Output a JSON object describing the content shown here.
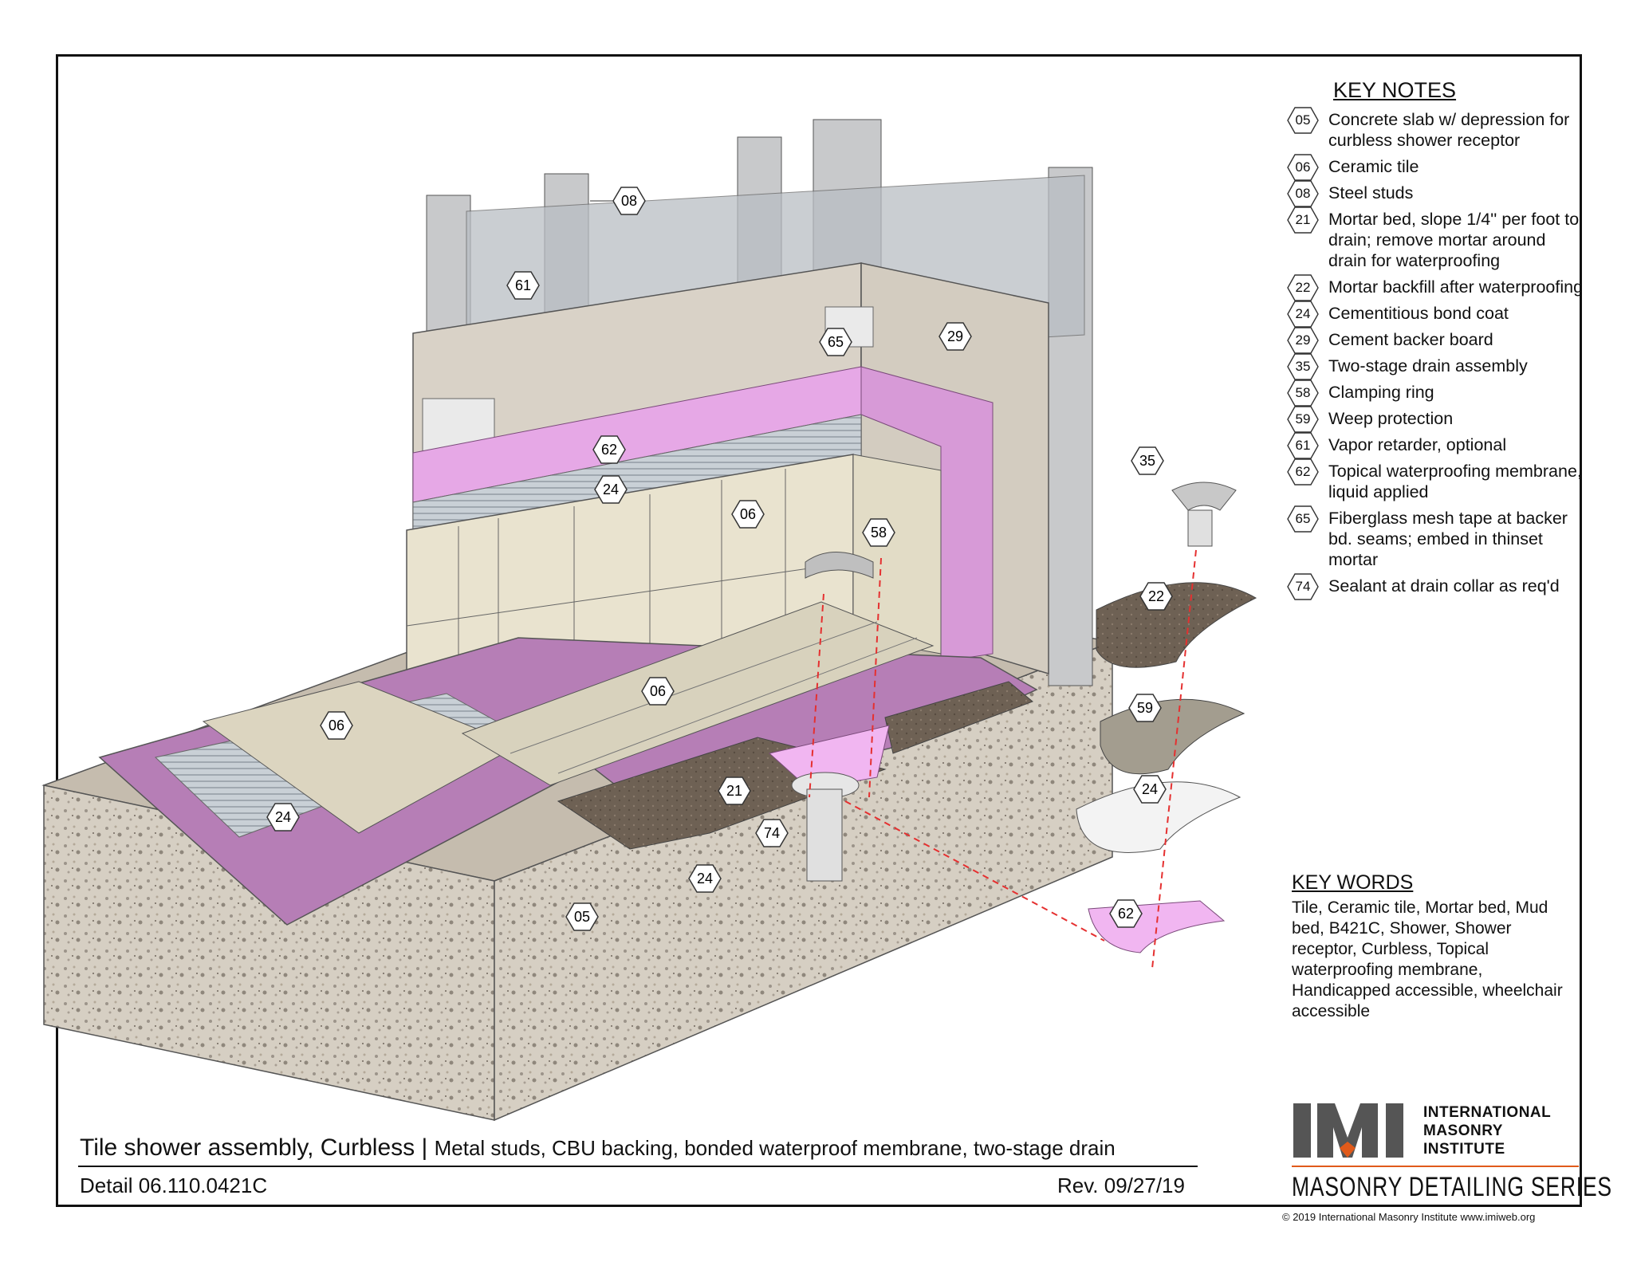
{
  "key_notes": {
    "title": "KEY NOTES",
    "items": [
      {
        "code": "05",
        "text": "Concrete slab w/ depression for curbless shower receptor"
      },
      {
        "code": "06",
        "text": "Ceramic tile"
      },
      {
        "code": "08",
        "text": "Steel studs"
      },
      {
        "code": "21",
        "text": "Mortar bed, slope 1/4'' per foot to drain; remove mortar around drain for waterproofing"
      },
      {
        "code": "22",
        "text": "Mortar backfill after waterproofing"
      },
      {
        "code": "24",
        "text": "Cementitious bond coat"
      },
      {
        "code": "29",
        "text": "Cement backer board"
      },
      {
        "code": "35",
        "text": "Two-stage drain assembly"
      },
      {
        "code": "58",
        "text": "Clamping ring"
      },
      {
        "code": "59",
        "text": "Weep protection"
      },
      {
        "code": "61",
        "text": "Vapor retarder, optional"
      },
      {
        "code": "62",
        "text": "Topical waterproofing membrane, liquid applied"
      },
      {
        "code": "65",
        "text": "Fiberglass mesh tape at backer bd. seams; embed in thinset mortar"
      },
      {
        "code": "74",
        "text": "Sealant at drain collar as req'd"
      }
    ]
  },
  "key_words": {
    "title": "KEY WORDS",
    "text": "Tile, Ceramic tile, Mortar bed, Mud bed, B421C, Shower, Shower receptor, Curbless, Topical waterproofing membrane, Handicapped accessible, wheelchair accessible"
  },
  "callouts": {
    "c08": "08",
    "c61": "61",
    "c65": "65",
    "c29": "29",
    "c62a": "62",
    "c24a": "24",
    "c06a": "06",
    "c58": "58",
    "c06b": "06",
    "c06c": "06",
    "c24b": "24",
    "c21": "21",
    "c74": "74",
    "c24c": "24",
    "c05": "05",
    "c35": "35",
    "c22": "22",
    "c59": "59",
    "c24d": "24",
    "c62b": "62"
  },
  "title_block": {
    "title": "Tile shower assembly, Curbless",
    "separator": "|",
    "subtitle": "Metal studs, CBU backing, bonded waterproof membrane, two-stage drain",
    "detail": "Detail 06.110.0421C",
    "revision": "Rev. 09/27/19"
  },
  "branding": {
    "logo_text": "IMI",
    "org_line1": "INTERNATIONAL",
    "org_line2": "MASONRY",
    "org_line3": "INSTITUTE",
    "series": "MASONRY DETAILING SERIES",
    "copyright": "© 2019 International Masonry Institute www.imiweb.org"
  },
  "colors": {
    "membrane": "#e6a8e6",
    "concrete": "#cfc6b8",
    "backer_board": "#d9d2c7",
    "mortar": "#6b5e52",
    "tile": "#e9e3cf",
    "brand_orange": "#e05a1a",
    "leader_red": "#e53030"
  }
}
